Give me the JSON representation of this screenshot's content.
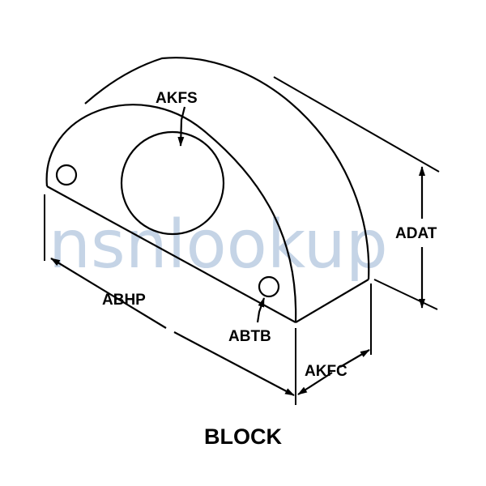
{
  "diagram": {
    "title": "BLOCK",
    "labels": {
      "akfs": "AKFS",
      "adat": "ADAT",
      "abhp": "ABHP",
      "abtb": "ABTB",
      "akfc": "AKFC"
    },
    "watermark": "nsnlookup",
    "colors": {
      "line": "#000000",
      "watermark": "#9fb9d6"
    }
  }
}
